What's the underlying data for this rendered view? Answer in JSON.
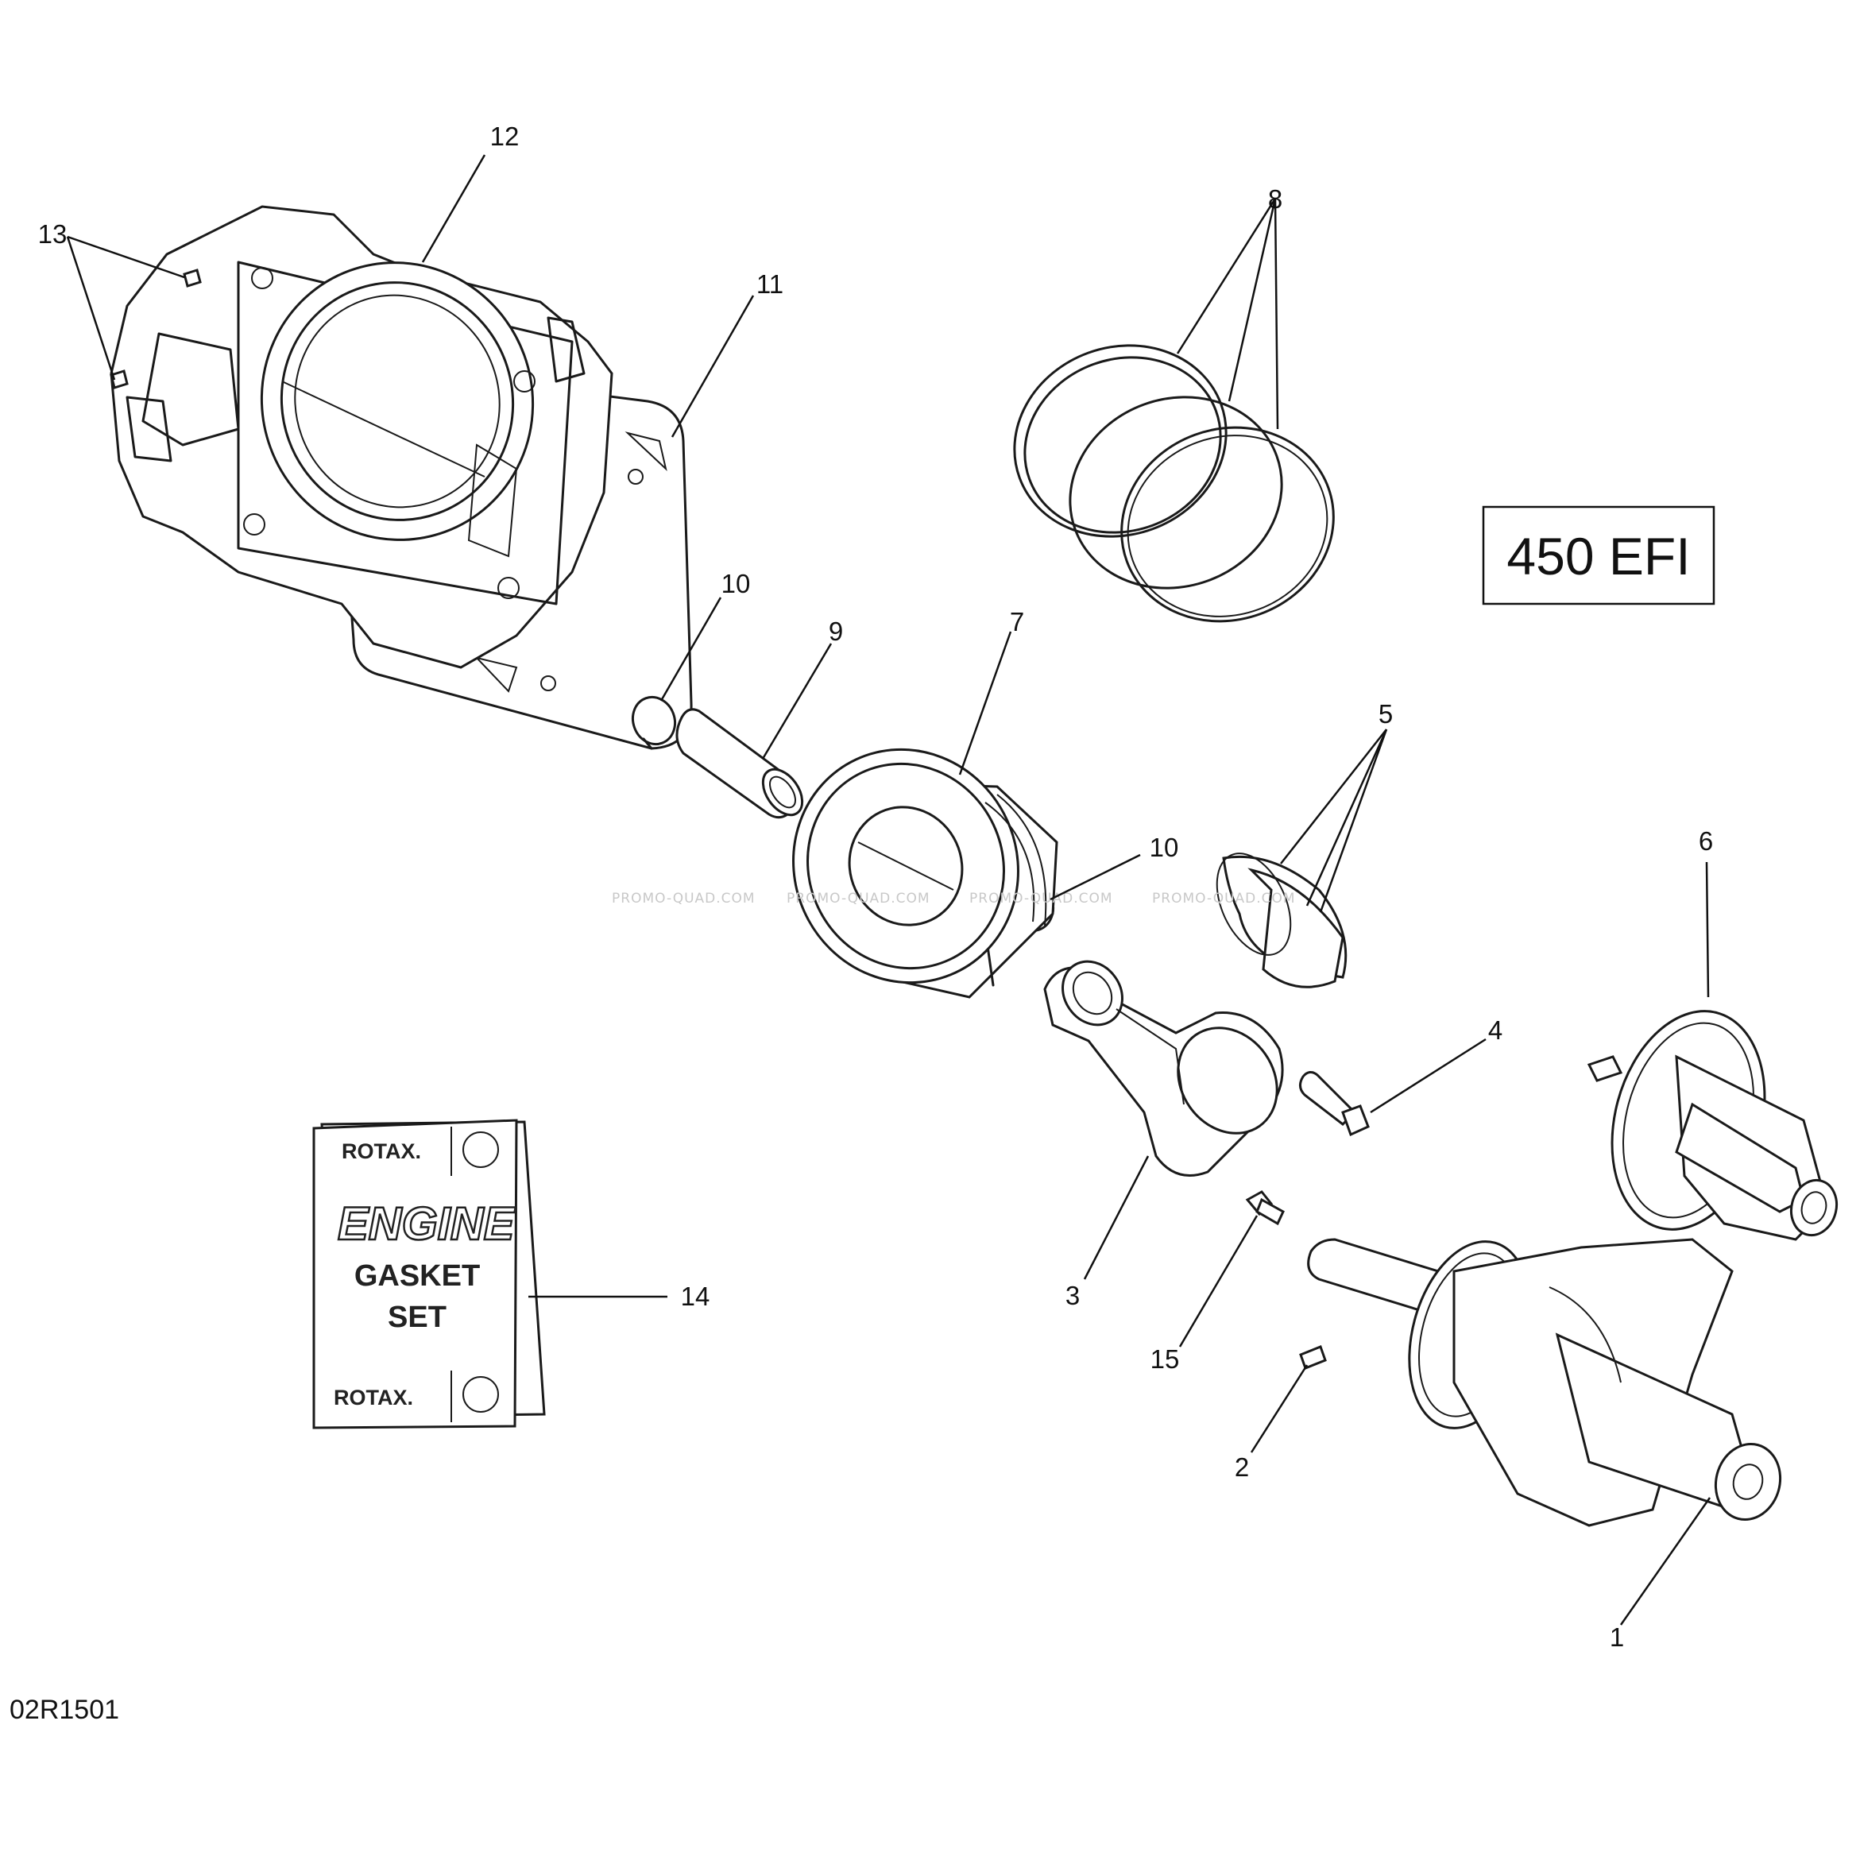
{
  "model_label": "450 EFI",
  "diagram_ref": "02R1501",
  "watermark": "PROMO-QUAD.COM",
  "callouts": [
    "1",
    "2",
    "3",
    "4",
    "5",
    "6",
    "7",
    "8",
    "9",
    "10",
    "10",
    "11",
    "12",
    "13",
    "14",
    "15"
  ],
  "gasket_kit": {
    "brand": "ROTAX.",
    "title": "ENGINE",
    "line2": "GASKET",
    "line3": "SET"
  }
}
